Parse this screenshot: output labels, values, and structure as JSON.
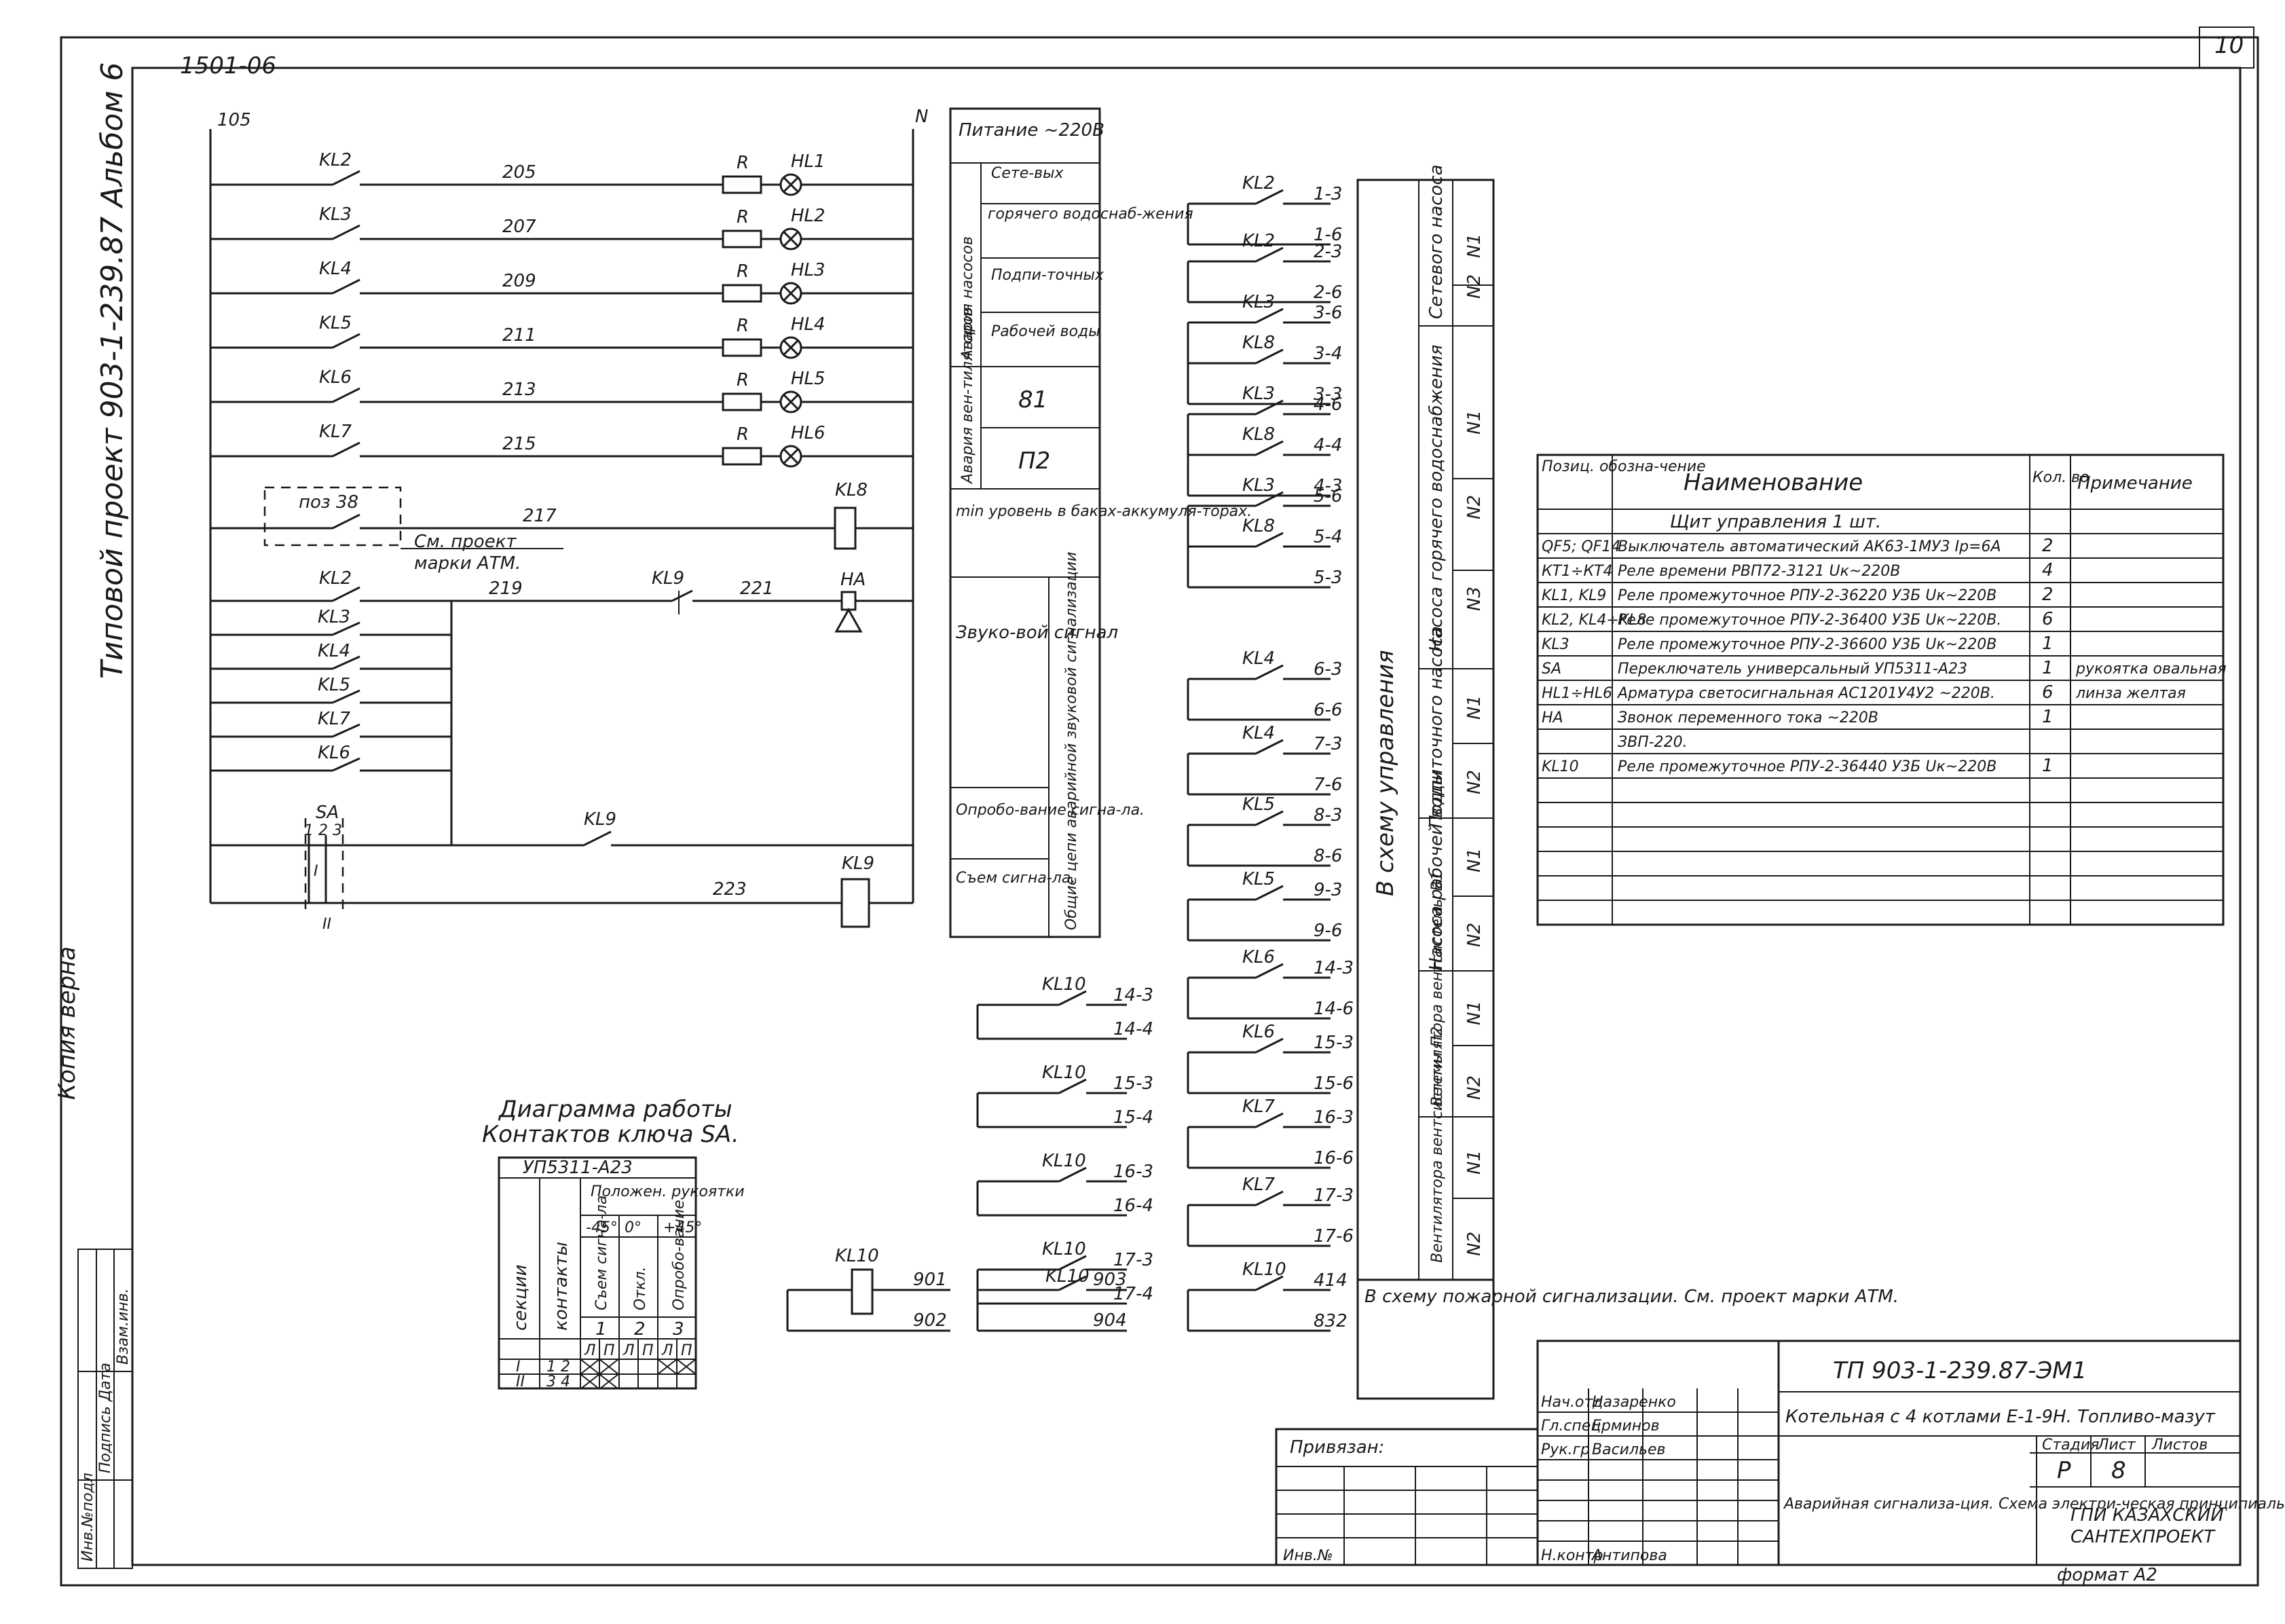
{
  "sheet": {
    "page_number": "10",
    "archive_number": "1501-06",
    "project_side": "Типовой проект 903-1-239.87  Альбом 6",
    "copy_note": "Копия верна",
    "format": "формат А2",
    "stamp_cols": [
      "Инв.№подл",
      "Подпись Дата",
      "Взам.инв."
    ]
  },
  "diagram": {
    "left_bus": "105",
    "right_bus": "N",
    "rows": [
      {
        "contact": "KL2",
        "wire": "205",
        "res": "R",
        "lamp": "HL1"
      },
      {
        "contact": "KL3",
        "wire": "207",
        "res": "R",
        "lamp": "HL2"
      },
      {
        "contact": "KL4",
        "wire": "209",
        "res": "R",
        "lamp": "HL3"
      },
      {
        "contact": "KL5",
        "wire": "211",
        "res": "R",
        "lamp": "HL4"
      },
      {
        "contact": "KL6",
        "wire": "213",
        "res": "R",
        "lamp": "HL5"
      },
      {
        "contact": "KL7",
        "wire": "215",
        "res": "R",
        "lamp": "HL6"
      }
    ],
    "pos38": "поз 38",
    "wire217": "217",
    "see_atm_1": "См. проект",
    "see_atm_2": "марки АТМ.",
    "kl8": "KL8",
    "horn_row": {
      "contact": "KL2",
      "wire1": "219",
      "contact2": "KL9",
      "wire2": "221",
      "device": "HA"
    },
    "parallel_contacts": [
      "KL3",
      "KL4",
      "KL5",
      "KL7",
      "KL6"
    ],
    "sa": {
      "label": "SA",
      "pins": "1 2 3",
      "pos1": "I",
      "pos2": "II"
    },
    "kl9_contact": "KL9",
    "wire223": "223",
    "kl9_coil": "KL9",
    "kl10_coil": "KL10",
    "kl10_wires": [
      "901",
      "902"
    ],
    "kl10_out": {
      "label": "KL10",
      "w1": "903",
      "w2": "904"
    }
  },
  "legend_col": {
    "cells": [
      "Питание ~220В",
      "Сете-вых",
      "горячего водоснаб-жения",
      "Подпи-точных",
      "Рабочей воды",
      "Авария насосов",
      "81",
      "П2",
      "Авария вен-тиляторов",
      "min уровень в баках-аккумуля-торах.",
      "Звуко-вой сигнал",
      "Опробо-вание сигна-ла.",
      "Съем сигна-ла.",
      "Общие цепи аварийной звуковой сигнализации"
    ]
  },
  "kl10_contacts": [
    {
      "label": "KL10",
      "n1": "14-3",
      "n2": "14-4"
    },
    {
      "label": "KL10",
      "n1": "15-3",
      "n2": "15-4"
    },
    {
      "label": "KL10",
      "n1": "16-3",
      "n2": "16-4"
    },
    {
      "label": "KL10",
      "n1": "17-3",
      "n2": "17-4"
    }
  ],
  "out_contacts": [
    {
      "label": "KL2",
      "n1": "1-3",
      "n2": "1-6"
    },
    {
      "label": "KL2",
      "n1": "2-3",
      "n2": "2-6"
    },
    {
      "label": "KL3",
      "label2": "KL8",
      "n1": "3-6",
      "n2": "3-4",
      "n3": "3-3"
    },
    {
      "label": "KL3",
      "label2": "KL8",
      "n1": "4-6",
      "n2": "4-4",
      "n3": "4-3"
    },
    {
      "label": "KL3",
      "label2": "KL8",
      "n1": "5-6",
      "n2": "5-4",
      "n3": "5-3"
    },
    {
      "label": "KL4",
      "n1": "6-3",
      "n2": "6-6"
    },
    {
      "label": "KL4",
      "n1": "7-3",
      "n2": "7-6"
    },
    {
      "label": "KL5",
      "n1": "8-3",
      "n2": "8-6"
    },
    {
      "label": "KL5",
      "n1": "9-3",
      "n2": "9-6"
    },
    {
      "label": "KL6",
      "n1": "14-3",
      "n2": "14-6"
    },
    {
      "label": "KL6",
      "n1": "15-3",
      "n2": "15-6"
    },
    {
      "label": "KL7",
      "n1": "16-3",
      "n2": "16-6"
    },
    {
      "label": "KL7",
      "n1": "17-3",
      "n2": "17-6"
    },
    {
      "label": "KL10",
      "n1": "414",
      "n2": "832"
    }
  ],
  "right_col": {
    "group1": "Сетевого насоса",
    "group2": "Насоса горячего водоснабжения",
    "group3": "Подпиточного насоса",
    "group4": "Насоса рабочей воды",
    "group5": "Вентилятора вентсистемы В1",
    "group6": "Вентилятора вентсистемы П2",
    "to_control": "В схему управления",
    "nums": [
      "N1",
      "N2",
      "N1",
      "N2",
      "N3",
      "N1",
      "N2",
      "N1",
      "N2",
      "N1",
      "N2",
      "N1",
      "N2"
    ],
    "to_fire": "В схему пожарной сигнализации. См. проект марки АТМ."
  },
  "spec": {
    "headers": [
      "Позиц. обозна-чение",
      "Наименование",
      "Кол. во",
      "Примечание"
    ],
    "section": "Щит управления 1 шт.",
    "rows": [
      {
        "pos": "QF5; QF14",
        "name": "Выключатель автоматический АК63-1МУ3  Iр=6А",
        "qty": "2",
        "note": ""
      },
      {
        "pos": "КТ1÷КТ4",
        "name": "Реле времени РВП72-3121  Uк~220В",
        "qty": "4",
        "note": ""
      },
      {
        "pos": "KL1, KL9",
        "name": "Реле промежуточное РПУ-2-36220 У3Б  Uк~220В",
        "qty": "2",
        "note": ""
      },
      {
        "pos": "KL2, KL4÷KL8",
        "name": "Реле промежуточное РПУ-2-36400 У3Б  Uк~220В.",
        "qty": "6",
        "note": ""
      },
      {
        "pos": "KL3",
        "name": "Реле промежуточное РПУ-2-36600 У3Б  Uк~220В",
        "qty": "1",
        "note": ""
      },
      {
        "pos": "SA",
        "name": "Переключатель универсальный УП5311-А23",
        "qty": "1",
        "note": "рукоятка овальная"
      },
      {
        "pos": "HL1÷HL6",
        "name": "Арматура светосигнальная АС1201У4У2  ~220В.",
        "qty": "6",
        "note": "линза желтая"
      },
      {
        "pos": "НА",
        "name": "Звонок переменного тока ~220В",
        "qty": "1",
        "note": ""
      },
      {
        "pos": "",
        "name": "ЗВП-220.",
        "qty": "",
        "note": ""
      },
      {
        "pos": "KL10",
        "name": "Реле промежуточное РПУ-2-36440 У3Б  Uк~220В",
        "qty": "1",
        "note": ""
      }
    ]
  },
  "sa_diagram": {
    "title1": "Диаграмма работы",
    "title2": "Контактов ключа SA.",
    "model": "УП5311-А23",
    "col_section": "секции",
    "col_contacts": "контакты",
    "col_pos": "Положен. рукоятки",
    "angles": [
      "-45°",
      "0°",
      "+45°"
    ],
    "modes": [
      "Съем сигна-ла",
      "Откл.",
      "Опробо-вание"
    ],
    "pos_nums": [
      "1",
      "2",
      "3"
    ],
    "lr": [
      "Л",
      "П",
      "Л",
      "П",
      "Л",
      "П"
    ],
    "rows": [
      {
        "sec": "I",
        "c": "1 2"
      },
      {
        "sec": "II",
        "c": "3 4"
      }
    ]
  },
  "title_block": {
    "code": "ТП 903-1-239.87-ЭМ1",
    "object": "Котельная с 4 котлами Е-1-9Н. Топливо-мазут",
    "sheet_title": "Аварийная сигнализа-ция. Схема электри-ческая принципиаль-ная. Окончание",
    "org1": "ГПИ КАЗАХСКИЙ",
    "org2": "САНТЕХПРОЕКТ",
    "stage_hdr": "Стадия",
    "sheet_hdr": "Лист",
    "sheets_hdr": "Листов",
    "stage": "Р",
    "sheet_no": "8",
    "privyazan": "Привязан:",
    "inv": "Инв.№",
    "people": [
      {
        "role": "Нач.отд",
        "name": "Назаренко"
      },
      {
        "role": "Гл.спец",
        "name": "Ерминов"
      },
      {
        "role": "Рук.гр",
        "name": "Васильев"
      },
      {
        "role": "Н.контр",
        "name": "Антипова"
      }
    ]
  }
}
